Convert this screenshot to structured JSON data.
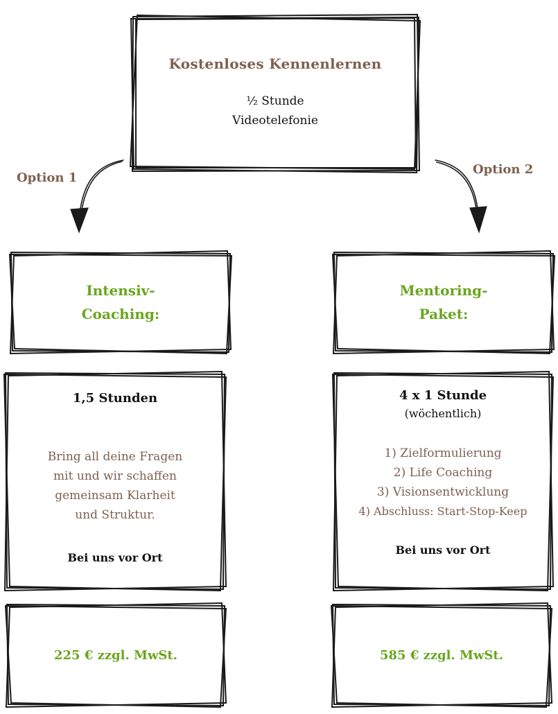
{
  "top": {
    "title": "Kostenloses Kennenlernen",
    "duration": "½ Stunde",
    "format": "Videotelefonie"
  },
  "options": {
    "left": "Option 1",
    "right": "Option 2"
  },
  "left": {
    "name_line1": "Intensiv-",
    "name_line2": "Coaching:",
    "duration": "1,5 Stunden",
    "desc": [
      "Bring all deine Fragen",
      "mit und wir schaffen",
      "gemeinsam Klarheit",
      "und Struktur."
    ],
    "location": "Bei uns vor Ort",
    "price": "225 € zzgl. MwSt."
  },
  "right": {
    "name_line1": "Mentoring-",
    "name_line2": "Paket:",
    "duration": "4 x 1 Stunde",
    "frequency": "(wöchentlich)",
    "steps": [
      "1) Zielformulierung",
      "2) Life Coaching",
      "3) Visionsentwicklung",
      "4) Abschluss: Start-Stop-Keep"
    ],
    "location": "Bei uns vor Ort",
    "price": "585 € zzgl. MwSt."
  },
  "colors": {
    "brown": "#7d6150",
    "green": "#6aa51d",
    "stroke": "#1a1a1a"
  }
}
